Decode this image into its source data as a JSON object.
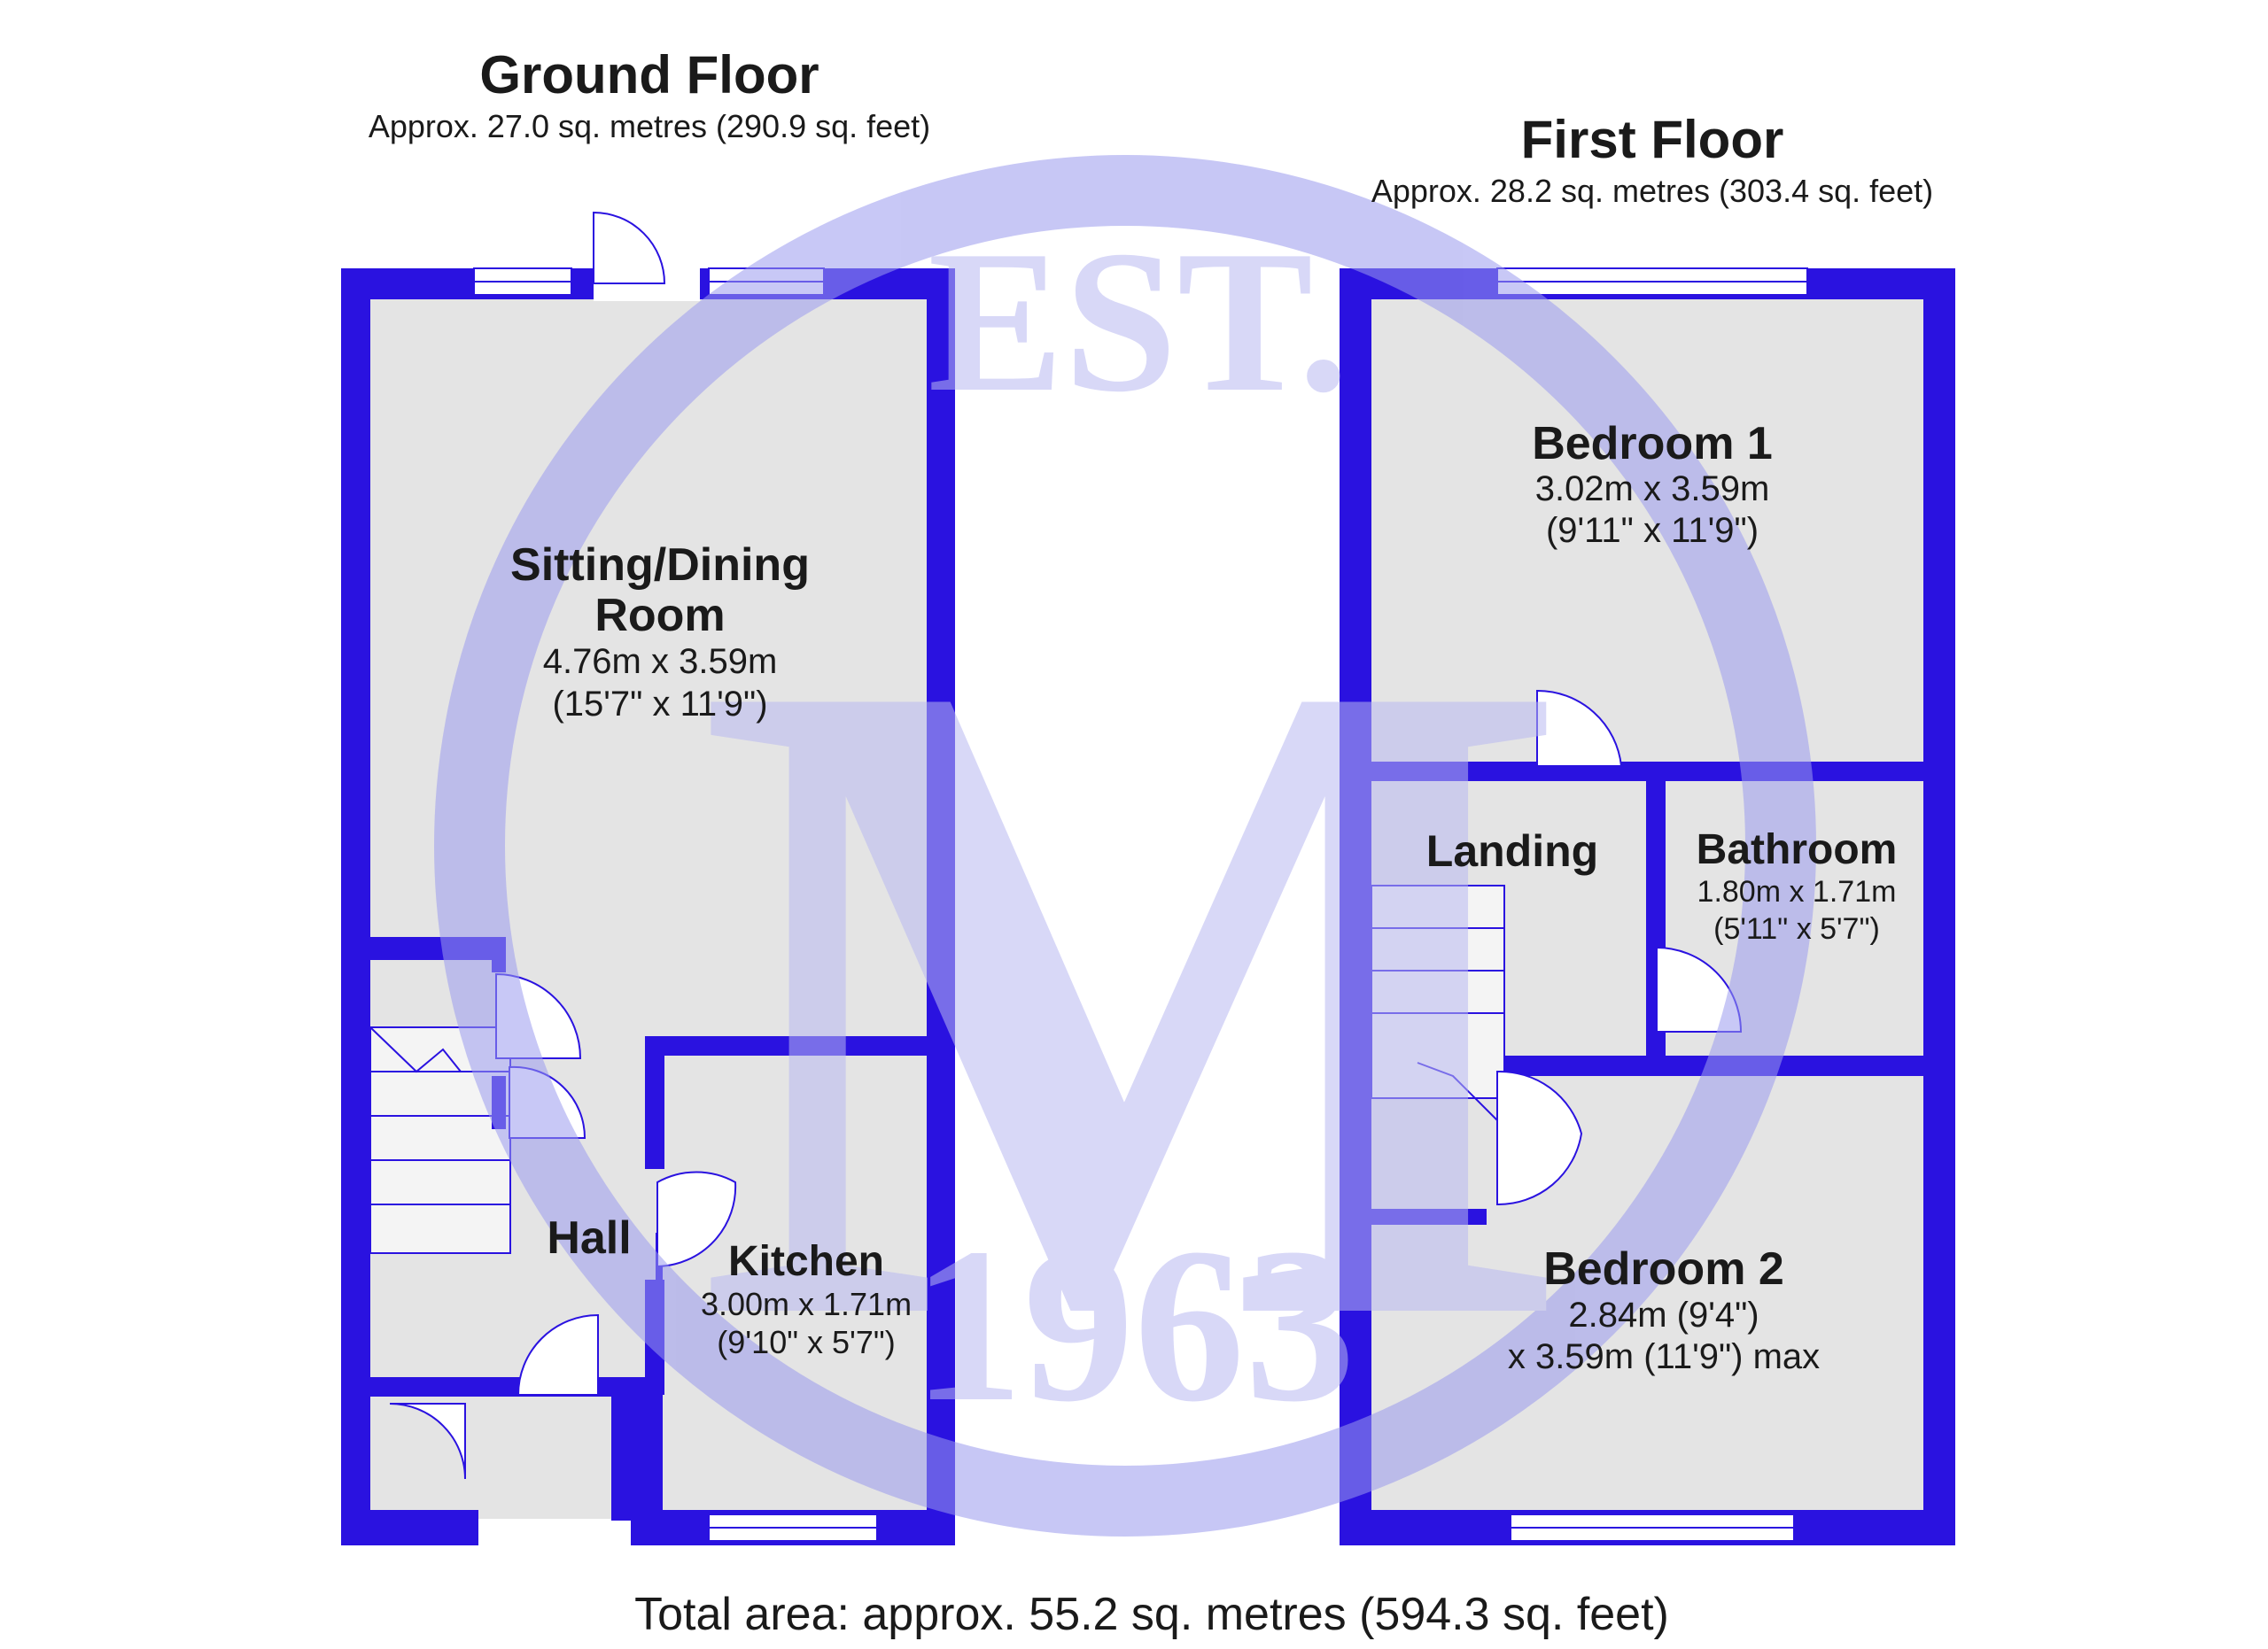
{
  "ground_floor": {
    "title": "Ground Floor",
    "area": "Approx. 27.0 sq. metres (290.9 sq. feet)",
    "rooms": {
      "sitting_dining": {
        "name_line1": "Sitting/Dining",
        "name_line2": "Room",
        "dims_metric": "4.76m x 3.59m",
        "dims_imperial": "(15'7\" x 11'9\")"
      },
      "hall": {
        "name": "Hall"
      },
      "kitchen": {
        "name": "Kitchen",
        "dims_metric": "3.00m x 1.71m",
        "dims_imperial": "(9'10\" x 5'7\")"
      }
    }
  },
  "first_floor": {
    "title": "First Floor",
    "area": "Approx. 28.2 sq. metres (303.4 sq. feet)",
    "rooms": {
      "bedroom1": {
        "name": "Bedroom 1",
        "dims_metric": "3.02m x 3.59m",
        "dims_imperial": "(9'11\" x 11'9\")"
      },
      "landing": {
        "name": "Landing"
      },
      "bathroom": {
        "name": "Bathroom",
        "dims_metric": "1.80m x 1.71m",
        "dims_imperial": "(5'11\" x 5'7\")"
      },
      "bedroom2": {
        "name": "Bedroom 2",
        "dims_line1": "2.84m (9'4\")",
        "dims_line2": "x 3.59m (11'9\") max"
      }
    }
  },
  "total_area": "Total area: approx. 55.2 sq. metres (594.3 sq. feet)",
  "watermark": {
    "top_text": "EST.",
    "bottom_text": "1963",
    "letter": "M"
  },
  "colors": {
    "wall": "#2a12e0",
    "floor": "#e4e4e4",
    "watermark": "#b9b9f2"
  }
}
